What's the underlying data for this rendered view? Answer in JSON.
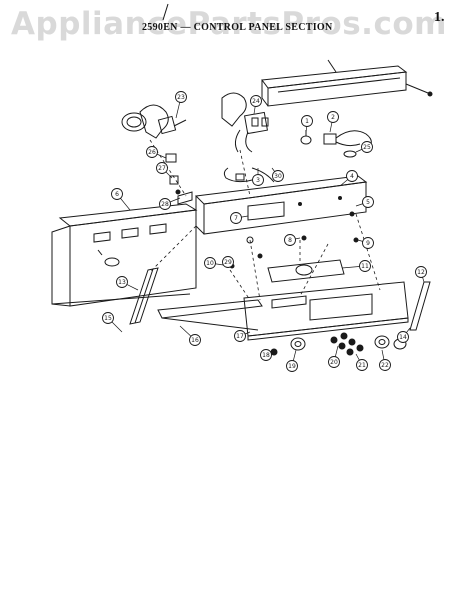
{
  "watermark": "AppliancePartsPros.com",
  "header": "2590EN — CONTROL PANEL SECTION",
  "corner_mark": "1.",
  "callouts": [
    {
      "id": "c1",
      "label": "1"
    },
    {
      "id": "c2",
      "label": "2"
    },
    {
      "id": "c3",
      "label": "3"
    },
    {
      "id": "c4",
      "label": "4"
    },
    {
      "id": "c5",
      "label": "5"
    },
    {
      "id": "c6",
      "label": "6"
    },
    {
      "id": "c7",
      "label": "7"
    },
    {
      "id": "c8",
      "label": "8"
    },
    {
      "id": "c9",
      "label": "9"
    },
    {
      "id": "c10",
      "label": "10"
    },
    {
      "id": "c11",
      "label": "11"
    },
    {
      "id": "c12",
      "label": "12"
    },
    {
      "id": "c13",
      "label": "13"
    },
    {
      "id": "c14",
      "label": "14"
    },
    {
      "id": "c15",
      "label": "15"
    },
    {
      "id": "c16",
      "label": "16"
    },
    {
      "id": "c17",
      "label": "17"
    },
    {
      "id": "c18",
      "label": "18"
    },
    {
      "id": "c19",
      "label": "19"
    },
    {
      "id": "c20",
      "label": "20"
    },
    {
      "id": "c21",
      "label": "21"
    },
    {
      "id": "c22",
      "label": "22"
    },
    {
      "id": "c23",
      "label": "23"
    },
    {
      "id": "c24",
      "label": "24"
    },
    {
      "id": "c25",
      "label": "25"
    },
    {
      "id": "c26",
      "label": "26"
    },
    {
      "id": "c27",
      "label": "27"
    },
    {
      "id": "c28",
      "label": "28"
    },
    {
      "id": "c29",
      "label": "29"
    },
    {
      "id": "c30",
      "label": "30"
    }
  ],
  "colors": {
    "ink": "#1a1a1a",
    "watermark": "#d9d9d9",
    "paper": "#ffffff"
  }
}
